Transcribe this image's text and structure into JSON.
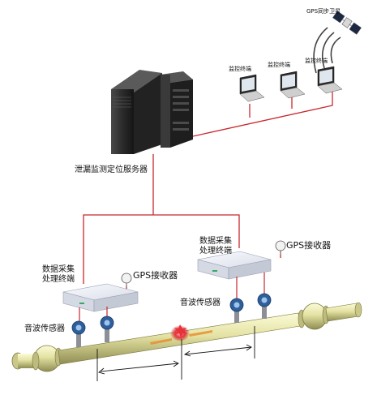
{
  "colors": {
    "link_line": "#c8282e",
    "pipe_light": "#e9e7a9",
    "pipe_dark": "#9c9a5c",
    "device_body": "#eef0f6",
    "sensor_blue": "#2f5f9a",
    "server_dark": "#2a2a2a"
  },
  "icons": [
    "gps-satellite-icon",
    "server-icon",
    "laptop-icon",
    "gps-receiver-icon",
    "acoustic-sensor-icon",
    "leak-spot-icon"
  ],
  "satellite": {
    "label": "GPS同步卫星"
  },
  "terminals": [
    {
      "label": "监控终端"
    },
    {
      "label": "监控终端"
    },
    {
      "label": "监控终端"
    }
  ],
  "server": {
    "label": "泄漏监测定位服务器"
  },
  "stations": [
    {
      "unit_label_line1": "数据采集",
      "unit_label_line2": "处理终端",
      "gps_label": "GPS接收器",
      "sensor_label": "音波传感器"
    },
    {
      "unit_label_line1": "数据采集",
      "unit_label_line2": "处理终端",
      "gps_label": "GPS接收器",
      "sensor_label": "音波传感器"
    }
  ]
}
